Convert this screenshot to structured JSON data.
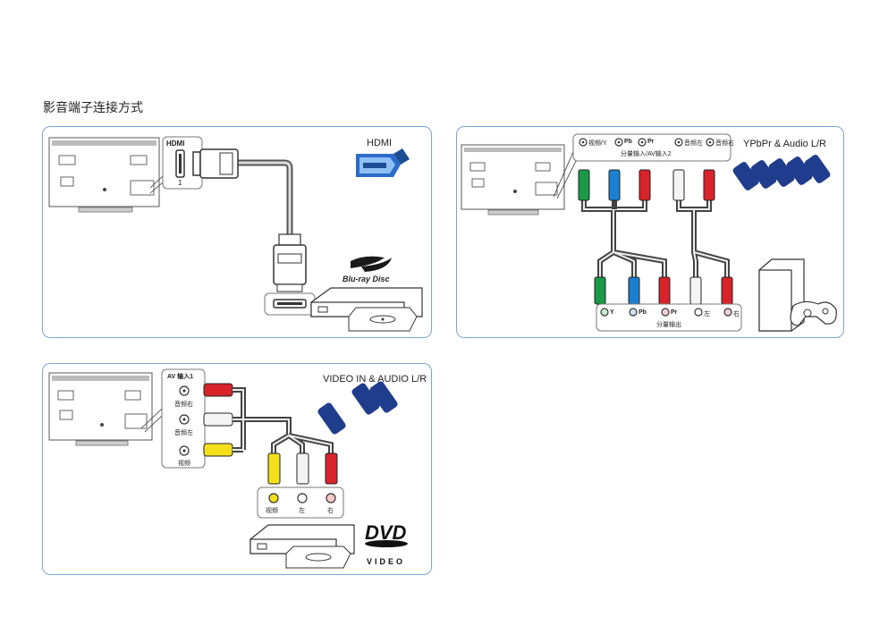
{
  "page": {
    "title": "影音端子连接方式"
  },
  "hdmi": {
    "title": "HDMI",
    "port_label": "HDMI",
    "port_number": "1",
    "bluray_logo_top": "Blu-ray Disc"
  },
  "ypbpr": {
    "title": "YPbPr & Audio L/R",
    "tv_ports": [
      "视频/Y",
      "Pb",
      "Pr",
      "音频左",
      "音频右"
    ],
    "tv_caption": "分量输入/AV输入2",
    "device_ports": [
      "Y",
      "Pb",
      "Pr",
      "左",
      "右"
    ],
    "device_caption": "分量输出"
  },
  "av": {
    "title": "VIDEO IN & AUDIO L/R",
    "tv_caption": "AV 输入1",
    "tv_ports": [
      "音频右",
      "音频左",
      "视频"
    ],
    "device_ports": [
      "视频",
      "左",
      "右"
    ],
    "dvd_logo": "DVD",
    "dvd_sub": "VIDEO"
  },
  "colors": {
    "border": "#7aa7d6",
    "green": "#1a9a48",
    "blue": "#1c7fd0",
    "red": "#d8232a",
    "white": "#f4f4f4",
    "yellow": "#f3e01b",
    "navy": "#1f3d8c"
  }
}
